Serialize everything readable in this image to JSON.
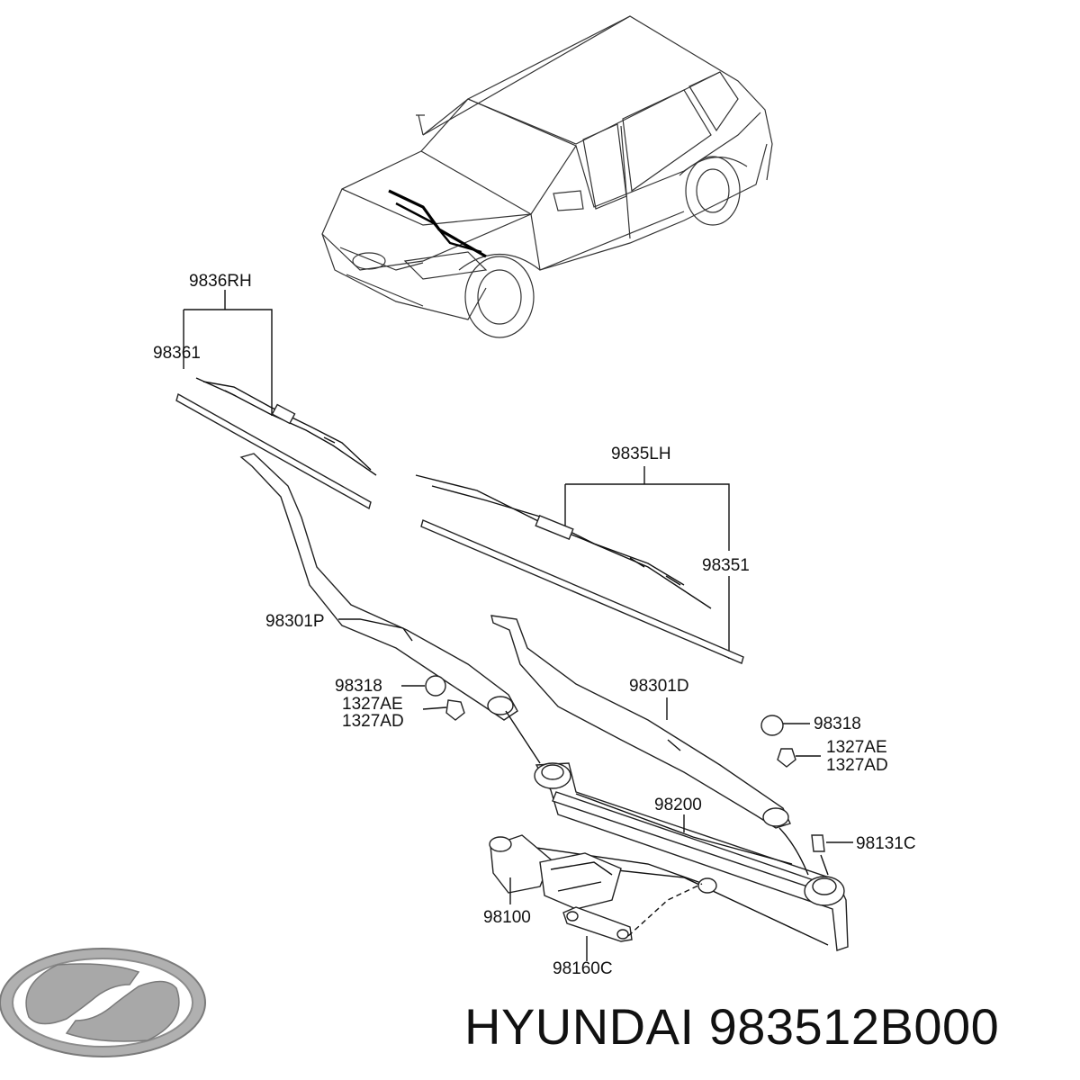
{
  "brand": "HYUNDAI",
  "part_number": "983512B000",
  "labels": {
    "rh_blade_assy": "9836RH",
    "rh_refill": "98361",
    "lh_blade_assy": "9835LH",
    "lh_refill": "98351",
    "arm_passenger": "98301P",
    "arm_driver": "98301D",
    "cap_left": "98318",
    "cap_right": "98318",
    "nut_ae_left": "1327AE",
    "nut_ad_left": "1327AD",
    "nut_ae_right": "1327AE",
    "nut_ad_right": "1327AD",
    "linkage": "98200",
    "bolt": "98131C",
    "motor": "98100",
    "crank": "98160C"
  },
  "colors": {
    "line": "#111111",
    "logo": "#9a9a9a"
  }
}
